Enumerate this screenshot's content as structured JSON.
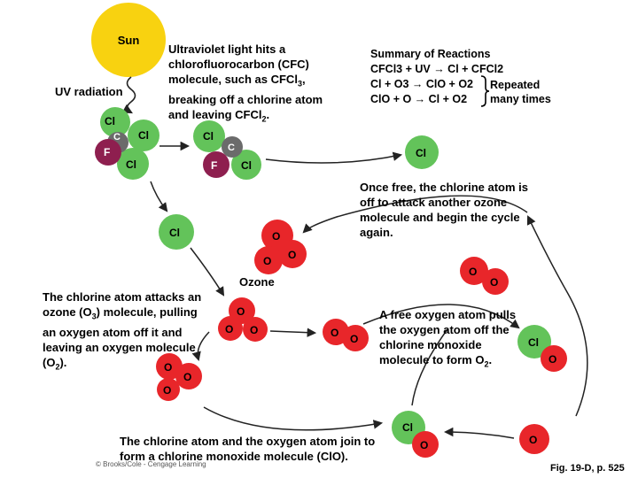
{
  "sun_label": "Sun",
  "uv_label": "UV radiation",
  "step1_text": "Ultraviolet light hits a chlorofluorocarbon (CFC) molecule, such as CFCl",
  "step1_sub": "3",
  "step1_text2": ", breaking off a chlorine atom and leaving CFCl",
  "step1_sub2": "2",
  "step1_end": ".",
  "summary": {
    "title": "Summary of Reactions",
    "r1": "CFCl3 + UV → Cl + CFCl2",
    "r2": "Cl + O3 → ClO + O2",
    "r3": "ClO + O → Cl + O2",
    "repeated": "Repeated many times"
  },
  "atoms": {
    "cl": "Cl",
    "c": "C",
    "f": "F",
    "o": "O"
  },
  "ozone_label": "Ozone",
  "step2_text": "The chlorine atom attacks an ozone (O",
  "step2_sub": "3",
  "step2_text2": ") molecule, pulling an oxygen atom off it and leaving an oxygen molecule (O",
  "step2_sub2": "2",
  "step2_end": ").",
  "step3_text": "Once free, the chlorine atom is off to attack another ozone molecule and begin the cycle again.",
  "step4_text": "A free oxygen atom pulls the oxygen atom off the chlorine monoxide molecule to form O",
  "step4_sub": "2",
  "step4_end": ".",
  "step5_text": "The chlorine atom and the oxygen atom join to form a chlorine monoxide molecule (ClO).",
  "copyright": "© Brooks/Cole - Cengage Learning",
  "fig_label": "Fig. 19-D, p. 525",
  "colors": {
    "sun": "#f8d210",
    "chlorine": "#63c35a",
    "oxygen": "#e8262a",
    "carbon": "#6b6b6b",
    "fluorine": "#8e1f4f"
  }
}
